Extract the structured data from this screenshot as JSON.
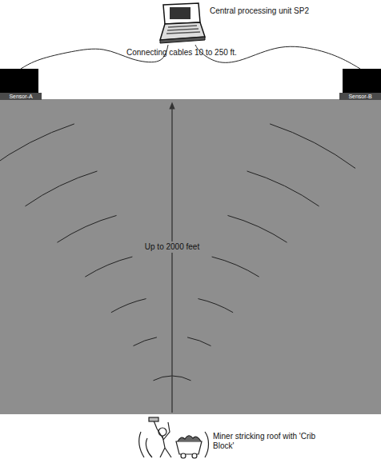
{
  "diagram": {
    "nodes": [
      {
        "text": [
          "Central processing unit SP2"
        ]
      },
      {
        "text": [
          "Sensor-A"
        ]
      },
      {
        "text": [
          "Sensor-B"
        ]
      }
    ],
    "edges": [
      {
        "from": 1,
        "to": 0,
        "arrow": "none"
      },
      {
        "from": 2,
        "to": 0,
        "arrow": "none"
      }
    ],
    "labels": [
      "Connecting cables 10 to 250 ft.",
      "Up to 2000 feet",
      "Miner stricking roof with 'Crib Block'"
    ]
  }
}
